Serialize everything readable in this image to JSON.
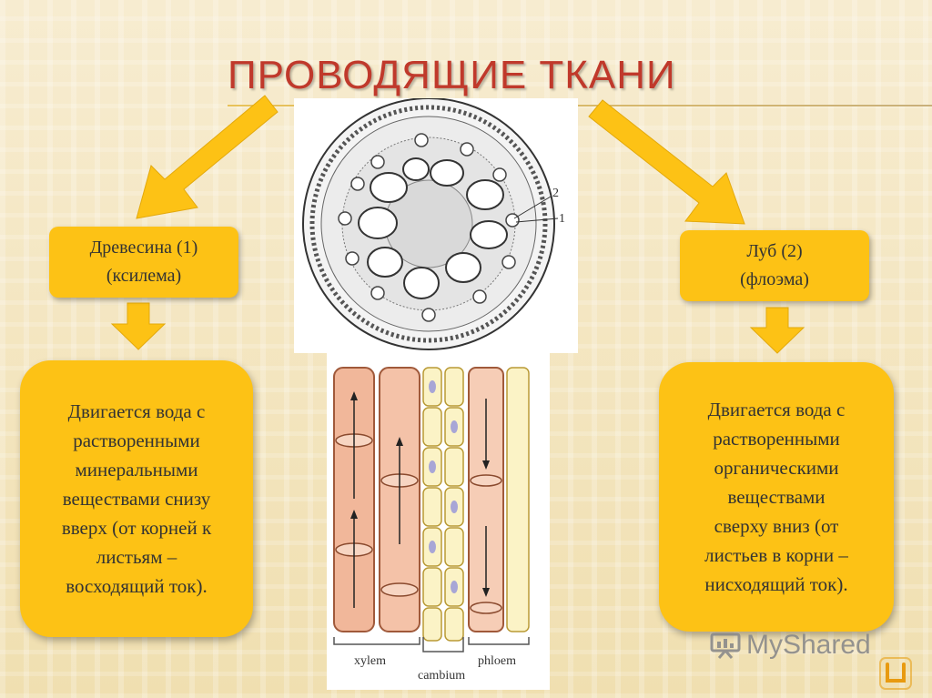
{
  "slide": {
    "title": "ПРОВОДЯЩИЕ ТКАНИ"
  },
  "xylem": {
    "label_line1": "Древесина (1)",
    "label_line2": "(ксилема)",
    "description": [
      "Двигается вода с",
      "растворенными",
      "минеральными",
      "веществами снизу",
      "вверх (от корней к",
      "листьям –",
      "восходящий ток)."
    ]
  },
  "phloem": {
    "label_line1": "Луб (2)",
    "label_line2": "(флоэма)",
    "description": [
      "Двигается вода с",
      "растворенными",
      "органическими",
      "веществами",
      "сверху вниз (от",
      "листьев в корни –",
      "нисходящий ток)."
    ]
  },
  "figure": {
    "marker_2": "2",
    "marker_1": "1",
    "label_xylem": "xylem",
    "label_cambium": "cambium",
    "label_phloem": "phloem"
  },
  "watermark": {
    "text": "MyShared"
  },
  "colors": {
    "box": "#fdc215",
    "arrow": "#fdc215",
    "title": "#c0392b"
  }
}
